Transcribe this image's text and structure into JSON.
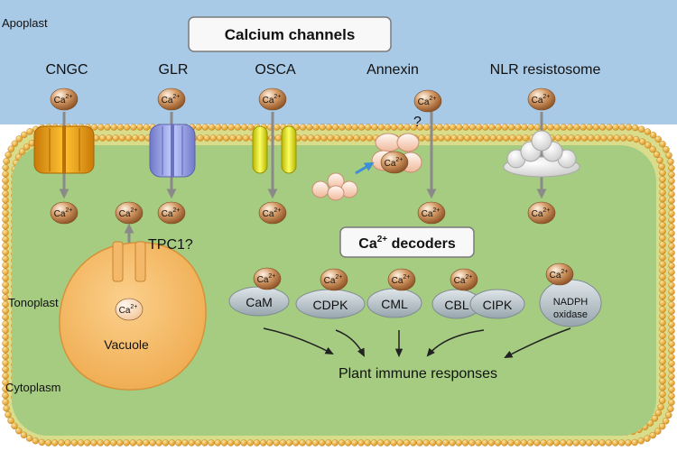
{
  "regions": {
    "apoplast": "Apoplast",
    "cytoplasm": "Cytoplasm",
    "tonoplast": "Tonoplast",
    "vacuole": "Vacuole"
  },
  "channels_box": {
    "title": "Calcium channels"
  },
  "channels": [
    {
      "key": "cngc",
      "label": "CNGC"
    },
    {
      "key": "glr",
      "label": "GLR"
    },
    {
      "key": "osca",
      "label": "OSCA"
    },
    {
      "key": "annexin",
      "label": "Annexin"
    },
    {
      "key": "nlr",
      "label": "NLR resistosome"
    }
  ],
  "unknown_mark": "?",
  "tpc1": {
    "label": "TPC1?"
  },
  "ion": {
    "base": "Ca",
    "charge": "2+"
  },
  "decoders_box": {
    "prefix": "Ca",
    "charge": "2+",
    "suffix": " decoders"
  },
  "decoders": [
    {
      "key": "cam",
      "label": "CaM"
    },
    {
      "key": "cdpk",
      "label": "CDPK"
    },
    {
      "key": "cml",
      "label": "CML"
    },
    {
      "key": "cbl",
      "label": "CBL"
    },
    {
      "key": "cipk",
      "label": "CIPK"
    },
    {
      "key": "nadph",
      "label": "NADPH",
      "label2": "oxidase"
    }
  ],
  "output": {
    "label": "Plant immune responses"
  },
  "colors": {
    "apoplast": "#a9cae6",
    "cytoplasm": "#a6cc82",
    "membrane_head": "#e8a320",
    "vacuole": "#f2b254",
    "ion": "#b9743f",
    "decoder": "#b9c4ca",
    "arrow": "#8a8a8a"
  }
}
